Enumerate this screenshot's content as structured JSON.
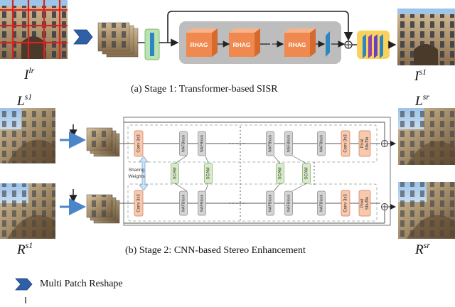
{
  "stage1": {
    "caption": "(a) Stage 1: Transformer-based SISR",
    "input_label": {
      "base": "I",
      "sup": "lr"
    },
    "output_label": {
      "base": "I",
      "sup": "s1"
    },
    "block_label": "RHAG",
    "block_count_visible": 3
  },
  "stage2": {
    "caption": "(b) Stage 2: CNN-based Stereo Enhancement",
    "left_in": {
      "base": "L",
      "sup": "s1"
    },
    "right_in": {
      "base": "R",
      "sup": "s1"
    },
    "left_out": {
      "base": "L",
      "sup": "sr"
    },
    "right_out": {
      "base": "R",
      "sup": "sr"
    },
    "sharing_text": [
      "Sharing",
      "Weights"
    ],
    "conv_label": "Conv 3x3",
    "naf_label": "NAFBlock",
    "scam_label": "SCAM",
    "pixel_shuffle_label": [
      "Pixel",
      "Shuffle"
    ]
  },
  "legend": {
    "items": [
      {
        "icon": "chevron-arrow-icon",
        "text": "Multi Patch Reshape"
      }
    ]
  },
  "colors": {
    "green_block": "#b9e3b0",
    "blue_bar": "#2e86c1",
    "rhag_fill": "#f0894f",
    "rhag_container": "#bdbdbd",
    "upsample_bg": "#f9d15b",
    "conv_fill": "#f8c9ad",
    "naf_fill": "#d4d4d4",
    "scam_fill": "#d9ecc9",
    "reshape_arrow": "#2f5fa6"
  }
}
